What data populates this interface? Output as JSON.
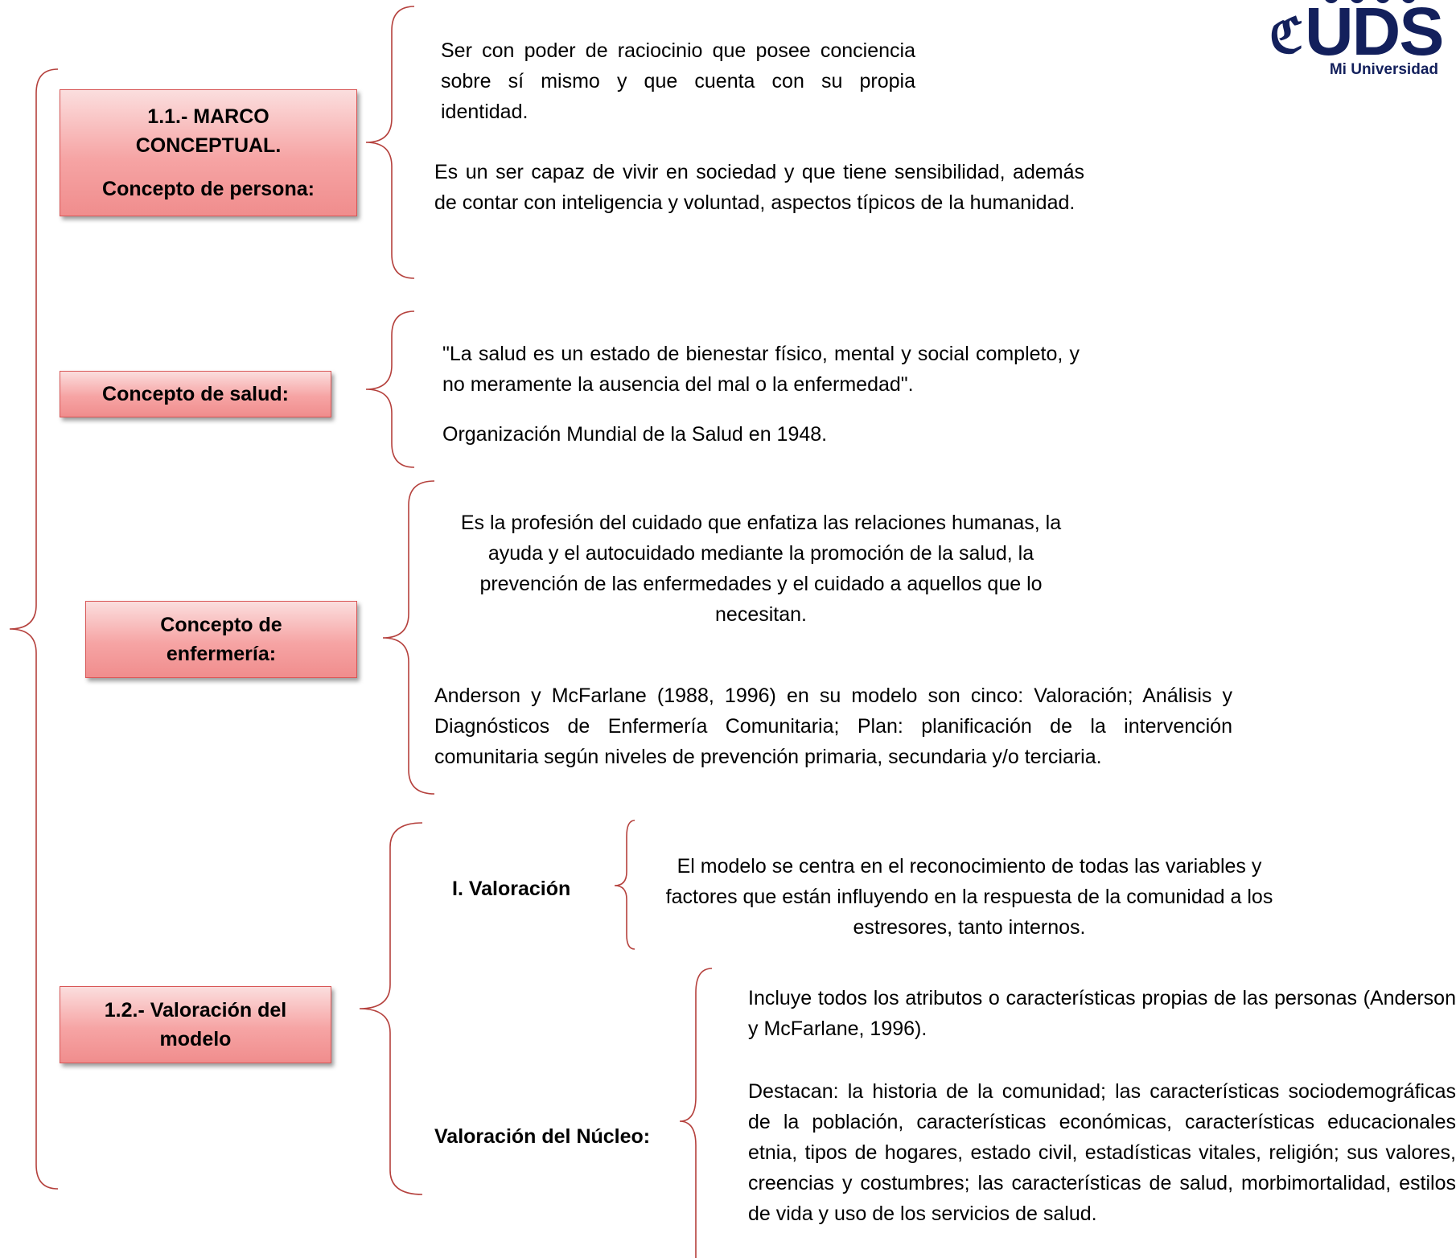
{
  "logo": {
    "brand": "UDS",
    "tagline": "Mi Universidad",
    "color": "#13205c"
  },
  "colors": {
    "brace": "#b5413d",
    "box_gradient_top": "#fbdede",
    "box_gradient_bottom": "#f08d8d",
    "box_border": "#d85656"
  },
  "section1": {
    "persona": {
      "title_line1": "1.1.- MARCO",
      "title_line2": "CONCEPTUAL.",
      "title_line3": "Concepto de persona:",
      "text1": "Ser con poder de raciocinio que posee conciencia sobre sí mismo y que cuenta con su propia identidad.",
      "text2": "Es un ser capaz de vivir en sociedad y que tiene sensibilidad, además de contar con inteligencia y voluntad, aspectos típicos de la humanidad."
    },
    "salud": {
      "title": "Concepto de salud:",
      "text1": "\"La salud es un estado de bienestar físico, mental y social completo, y no meramente la ausencia del mal o la enfermedad\".",
      "text2": "Organización Mundial de la Salud en 1948."
    },
    "enfermeria": {
      "title_line1": "Concepto de",
      "title_line2": "enfermería:",
      "text1": "Es la profesión del cuidado que enfatiza las relaciones humanas, la ayuda y el autocuidado mediante la promoción de la salud, la prevención de las enfermedades y el cuidado a aquellos que lo necesitan.",
      "text2": "Anderson y McFarlane (1988, 1996) en su modelo son cinco: Valoración; Análisis y Diagnósticos de Enfermería Comunitaria; Plan: planificación de la intervención comunitaria según niveles de prevención primaria, secundaria y/o terciaria."
    }
  },
  "section2": {
    "title_line1": "1.2.- Valoración del",
    "title_line2": "modelo",
    "valoracion": {
      "label": "I. Valoración",
      "text": "El modelo se centra en el reconocimiento de todas las variables y factores que están influyendo en la respuesta de la comunidad a los estresores, tanto internos."
    },
    "nucleo": {
      "label": "Valoración del Núcleo:",
      "text1": "Incluye todos los atributos o características propias de las personas (Anderson y McFarlane, 1996).",
      "text2": "Destacan: la historia de la comunidad; las características sociodemográficas de la población, características económicas, características educacionales etnia, tipos de hogares, estado civil, estadísticas vitales, religión; sus valores, creencias y costumbres; las características de salud, morbimortalidad, estilos de vida y uso de los servicios de salud."
    }
  }
}
